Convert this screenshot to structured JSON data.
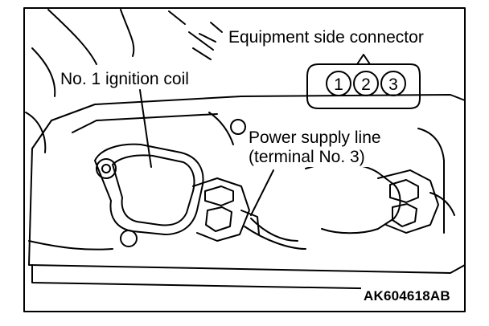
{
  "labels": {
    "equipment_connector": "Equipment side connector",
    "ignition_coil": "No. 1 ignition coil",
    "power_line_1": "Power supply line",
    "power_line_2": "(terminal No. 3)",
    "figure_code": "AK604618AB"
  },
  "connector": {
    "pins": [
      "1",
      "2",
      "3"
    ]
  }
}
